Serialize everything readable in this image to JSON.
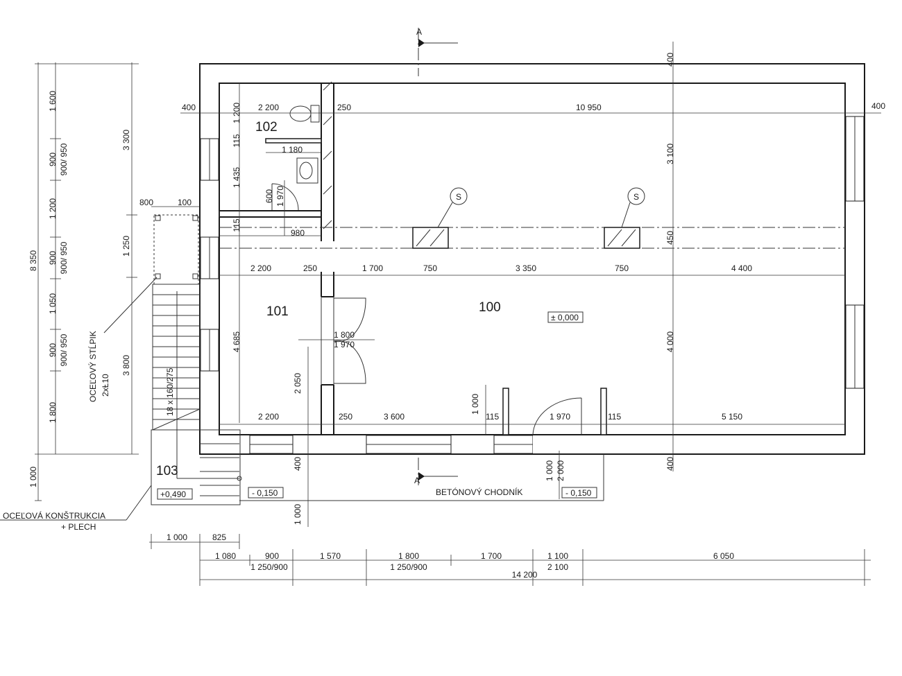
{
  "rooms": {
    "r100": "100",
    "r101": "101",
    "r102": "102",
    "r103": "103"
  },
  "levels": {
    "floor": "± 0,000",
    "entrance": "- 0,150",
    "walkway": "- 0,150",
    "stair_top": "+0,490"
  },
  "labels": {
    "walkway": "BETÓNOVÝ CHODNÍK",
    "steel_column_1": "OCEĽOVÝ STĹPIK",
    "steel_column_2": "2xȽ10",
    "steel_structure_1": "OCEĽOVÁ KONŠTRUKCIA",
    "steel_structure_2": "+ PLECH",
    "section_mark": "A",
    "column_mark": "S",
    "stair_spec": "18 x 160/275"
  },
  "dims": {
    "top_wall": "400",
    "left_wall": "400",
    "right_wall": "400",
    "d_2200_a": "2 200",
    "d_250_a": "250",
    "d_10950": "10 950",
    "d_1200_wc": "1 200",
    "d_115_a": "115",
    "d_1180": "1 180",
    "d_1435": "1 435",
    "d_600": "600",
    "d_1970_a": "1 970",
    "d_800": "800",
    "d_100": "100",
    "d_115_b": "115",
    "d_980": "980",
    "d_3100": "3 100",
    "d_450": "450",
    "d_2200_b": "2 200",
    "d_250_b": "250",
    "d_1700": "1 700",
    "d_750_a": "750",
    "d_3350": "3 350",
    "d_750_b": "750",
    "d_4400": "4 400",
    "d_4685": "4 685",
    "d_1800_door": "1 800",
    "d_1970_b": "1 970",
    "d_4000": "4 000",
    "d_2050": "2 050",
    "d_1000_p": "1 000",
    "d_2200_c": "2 200",
    "d_250_c": "250",
    "d_3600": "3 600",
    "d_115_c": "115",
    "d_1970_c": "1 970",
    "d_115_d": "115",
    "d_5150": "5 150",
    "d_400_bot_a": "400",
    "d_1000_bot_a": "1 000",
    "d_1000_bot_b": "1 000",
    "d_2000": "2 000",
    "d_400_bot_b": "400",
    "v_1600": "1 600",
    "v_900_a": "900",
    "v_900950_a": "900/ 950",
    "v_1200": "1 200",
    "v_900_b": "900",
    "v_900950_b": "900/ 950",
    "v_1050": "1 050",
    "v_900_c": "900",
    "v_900950_c": "900/ 950",
    "v_1800": "1 800",
    "v_1000": "1 000",
    "v_8350": "8 350",
    "v_3300": "3 300",
    "v_1250": "1 250",
    "v_3800": "3 800",
    "b1_1000": "1 000",
    "b1_825": "825",
    "b2_1080": "1 080",
    "b2_900": "900",
    "b2_1570": "1 570",
    "b2_1800": "1 800",
    "b2_1700": "1 700",
    "b2_1100": "1 100",
    "b2_6050": "6 050",
    "b2_1250900_a": "1 250/900",
    "b2_1250900_b": "1 250/900",
    "b2_2100": "2 100",
    "b3_14200": "14 200"
  }
}
